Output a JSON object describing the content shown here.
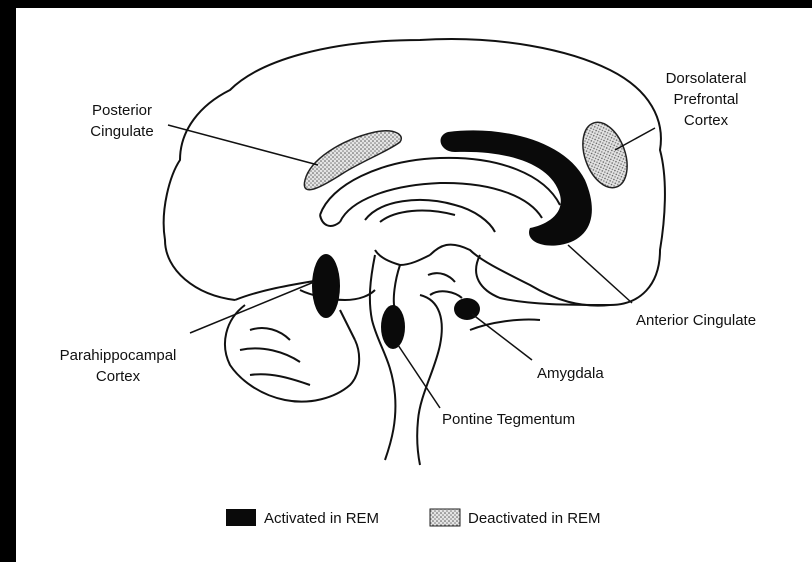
{
  "labels": {
    "dorsolateral_1": "Dorsolateral",
    "dorsolateral_2": "Prefrontal",
    "dorsolateral_3": "Cortex",
    "posterior_1": "Posterior",
    "posterior_2": "Cingulate",
    "anterior_cingulate": "Anterior Cingulate",
    "parahippocampal_1": "Parahippocampal",
    "parahippocampal_2": "Cortex",
    "amygdala": "Amygdala",
    "pontine": "Pontine Tegmentum"
  },
  "legend": {
    "activated": "Activated in REM",
    "deactivated": "Deactivated in REM"
  },
  "colors": {
    "background": "#000000",
    "paper": "#ffffff",
    "activated": "#0a0a0a",
    "deactivated": "#c8c8c8",
    "line": "#111111"
  }
}
